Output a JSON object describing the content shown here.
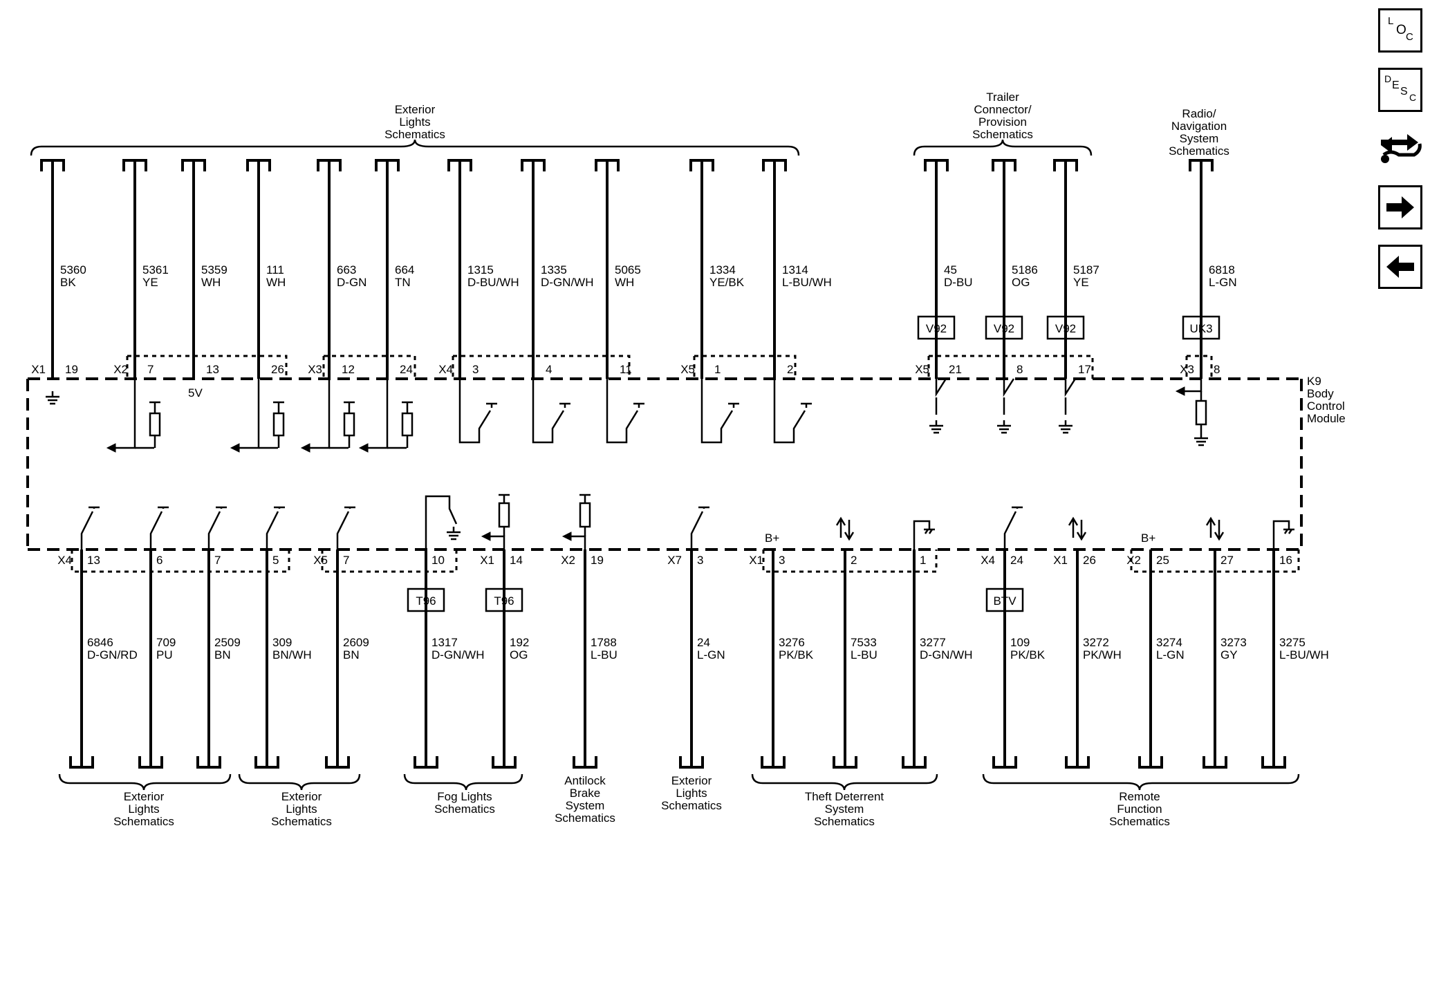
{
  "module": {
    "code": "K9",
    "lines": [
      "Body",
      "Control",
      "Module"
    ]
  },
  "labels": {
    "b_plus": "B+",
    "five_v": "5V"
  },
  "top_groups": [
    {
      "lines": [
        "Exterior",
        "Lights",
        "Schematics"
      ]
    },
    {
      "lines": [
        "Trailer",
        "Connector/",
        "Provision",
        "Schematics"
      ]
    },
    {
      "lines": [
        "Radio/",
        "Navigation",
        "System",
        "Schematics"
      ]
    }
  ],
  "bottom_groups": [
    {
      "lines": [
        "Exterior",
        "Lights",
        "Schematics"
      ]
    },
    {
      "lines": [
        "Exterior",
        "Lights",
        "Schematics"
      ]
    },
    {
      "lines": [
        "Fog Lights",
        "Schematics"
      ]
    },
    {
      "lines": [
        "Antilock",
        "Brake",
        "System",
        "Schematics"
      ]
    },
    {
      "lines": [
        "Exterior",
        "Lights",
        "Schematics"
      ]
    },
    {
      "lines": [
        "Theft Deterrent",
        "System",
        "Schematics"
      ]
    },
    {
      "lines": [
        "Remote",
        "Function",
        "Schematics"
      ]
    }
  ],
  "top_circuits": [
    {
      "circuit": "5360",
      "color": "BK",
      "connector": "X1",
      "pin": "19"
    },
    {
      "circuit": "5361",
      "color": "YE",
      "connector": "X2",
      "pin": "7"
    },
    {
      "circuit": "5359",
      "color": "WH",
      "connector": "",
      "pin": "13"
    },
    {
      "circuit": "111",
      "color": "WH",
      "connector": "",
      "pin": "26"
    },
    {
      "circuit": "663",
      "color": "D-GN",
      "connector": "X3",
      "pin": "12"
    },
    {
      "circuit": "664",
      "color": "TN",
      "connector": "",
      "pin": "24"
    },
    {
      "circuit": "1315",
      "color": "D-BU/WH",
      "connector": "X4",
      "pin": "3"
    },
    {
      "circuit": "1335",
      "color": "D-GN/WH",
      "connector": "",
      "pin": "4"
    },
    {
      "circuit": "5065",
      "color": "WH",
      "connector": "",
      "pin": "11"
    },
    {
      "circuit": "1334",
      "color": "YE/BK",
      "connector": "X5",
      "pin": "1"
    },
    {
      "circuit": "1314",
      "color": "L-BU/WH",
      "connector": "",
      "pin": "2"
    },
    {
      "circuit": "45",
      "color": "D-BU",
      "connector": "X5",
      "pin": "21",
      "option": "V92"
    },
    {
      "circuit": "5186",
      "color": "OG",
      "connector": "",
      "pin": "8",
      "option": "V92"
    },
    {
      "circuit": "5187",
      "color": "YE",
      "connector": "",
      "pin": "17",
      "option": "V92"
    },
    {
      "circuit": "6818",
      "color": "L-GN",
      "connector": "X3",
      "pin": "8",
      "option": "UK3"
    }
  ],
  "bottom_circuits": [
    {
      "circuit": "6846",
      "color": "D-GN/RD",
      "connector": "X4",
      "pin": "13"
    },
    {
      "circuit": "709",
      "color": "PU",
      "connector": "",
      "pin": "6"
    },
    {
      "circuit": "2509",
      "color": "BN",
      "connector": "",
      "pin": "7"
    },
    {
      "circuit": "309",
      "color": "BN/WH",
      "connector": "",
      "pin": "5"
    },
    {
      "circuit": "2609",
      "color": "BN",
      "connector": "X5",
      "pin": "7"
    },
    {
      "circuit": "1317",
      "color": "D-GN/WH",
      "connector": "",
      "pin": "10",
      "option": "T96"
    },
    {
      "circuit": "192",
      "color": "OG",
      "connector": "X1",
      "pin": "14",
      "option": "T96"
    },
    {
      "circuit": "1788",
      "color": "L-BU",
      "connector": "X2",
      "pin": "19"
    },
    {
      "circuit": "24",
      "color": "L-GN",
      "connector": "X7",
      "pin": "3"
    },
    {
      "circuit": "3276",
      "color": "PK/BK",
      "connector": "X1",
      "pin": "3"
    },
    {
      "circuit": "7533",
      "color": "L-BU",
      "connector": "",
      "pin": "2"
    },
    {
      "circuit": "3277",
      "color": "D-GN/WH",
      "connector": "",
      "pin": "1"
    },
    {
      "circuit": "109",
      "color": "PK/BK",
      "connector": "X4",
      "pin": "24",
      "option": "BTV"
    },
    {
      "circuit": "3272",
      "color": "PK/WH",
      "connector": "X1",
      "pin": "26"
    },
    {
      "circuit": "3274",
      "color": "L-GN",
      "connector": "X2",
      "pin": "25"
    },
    {
      "circuit": "3273",
      "color": "GY",
      "connector": "",
      "pin": "27"
    },
    {
      "circuit": "3275",
      "color": "L-BU/WH",
      "connector": "",
      "pin": "16"
    }
  ],
  "toolbar": {
    "loc": {
      "l1": "L",
      "l2": "O",
      "l3": "C"
    },
    "desc": {
      "l1": "D",
      "l2": "E",
      "l3": "S",
      "l4": "C"
    },
    "icons": [
      "wiring-tool-icon",
      "arrow-right-icon",
      "arrow-left-icon"
    ]
  }
}
